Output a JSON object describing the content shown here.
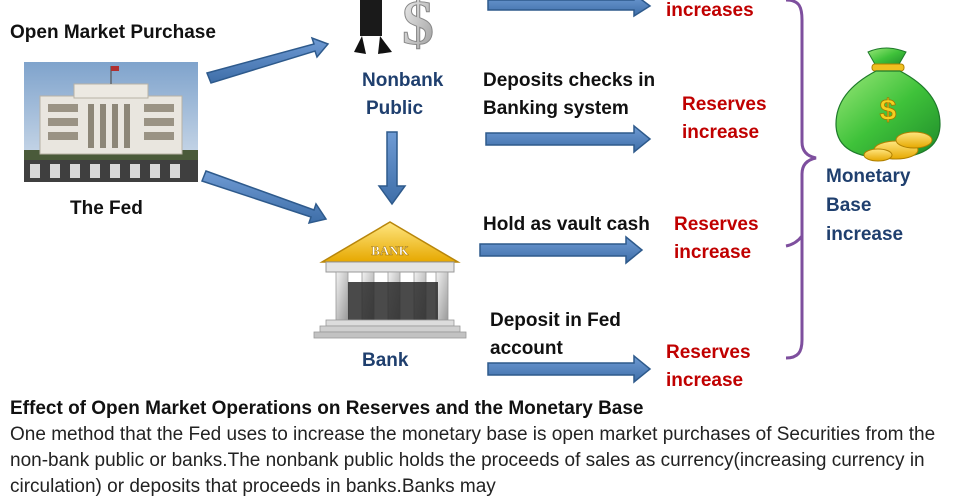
{
  "diagram": {
    "labels": {
      "open_market_purchase": "Open Market Purchase",
      "the_fed": "The Fed",
      "nonbank_public_line1": "Nonbank",
      "nonbank_public_line2": "Public",
      "bank": "Bank",
      "currency_increases_partial": "increases",
      "deposits_checks_line1": "Deposits checks in",
      "deposits_checks_line2": "Banking system",
      "hold_vault_cash": "Hold as vault cash",
      "deposit_fed_line1": "Deposit in Fed",
      "deposit_fed_line2": "account",
      "reserves_word": "Reserves",
      "increase_word": "increase",
      "monetary_base_line1": "Monetary",
      "monetary_base_line2": "Base",
      "monetary_base_line3": "increase",
      "bank_sign": "BANK",
      "dollar_sign": "$"
    },
    "colors": {
      "arrow_fill": "#4f7fbf",
      "arrow_stroke": "#2e5a8c",
      "brace": "#7e4f9e",
      "red_text": "#c00000",
      "blue_text": "#1f3f6e",
      "money_bag": "#33b84a"
    }
  },
  "caption": {
    "title": "Effect of Open Market Operations on Reserves and the Monetary Base",
    "body": "One method that the Fed uses to increase the monetary base is open market purchases of Securities from the non-bank public or banks.The nonbank public holds the proceeds of sales as currency(increasing currency in circulation) or deposits that proceeds in banks.Banks may"
  }
}
